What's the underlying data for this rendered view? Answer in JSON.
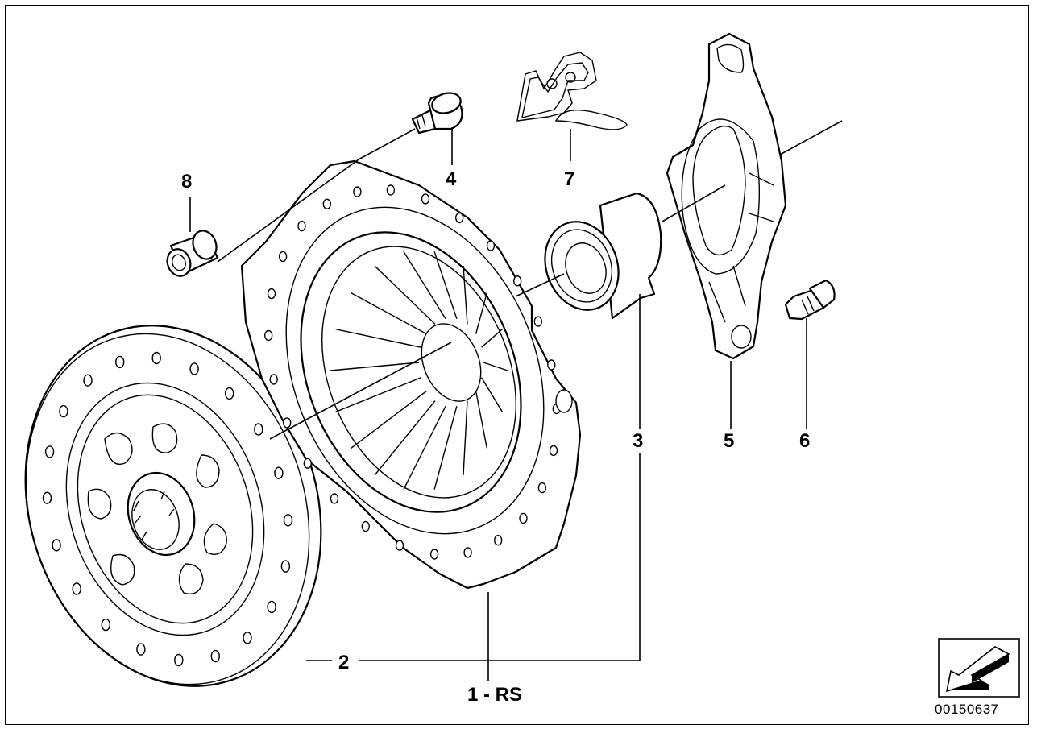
{
  "diagram": {
    "labels": {
      "p1": "1 - RS",
      "p2": "2",
      "p3": "3",
      "p4": "4",
      "p5": "5",
      "p6": "6",
      "p7": "7",
      "p8": "8"
    },
    "doc_id": "00150637",
    "icons": [
      "direction-arrow-icon"
    ]
  }
}
